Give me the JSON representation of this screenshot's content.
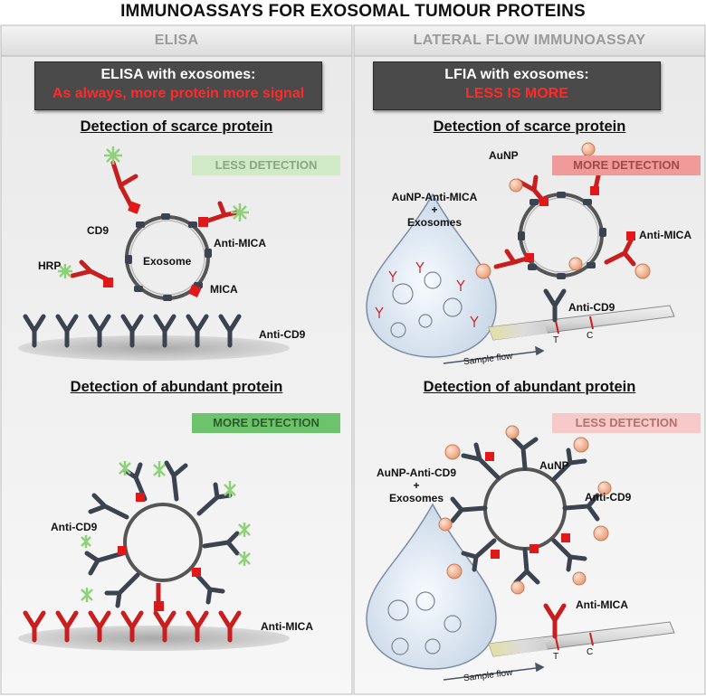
{
  "title": "IMMUNOASSAYS FOR EXOSOMAL TUMOUR PROTEINS",
  "left": {
    "header": "ELISA",
    "banner_line1": "ELISA with exosomes:",
    "banner_line2": "As always, more protein more signal",
    "scarce": {
      "heading": "Detection of scarce protein",
      "badge": "LESS DETECTION",
      "labels": {
        "cd9": "CD9",
        "exosome": "Exosome",
        "anti_mica": "Anti-MICA",
        "hrp": "HRP",
        "mica": "MICA",
        "anti_cd9": "Anti-CD9"
      }
    },
    "abundant": {
      "heading": "Detection of abundant protein",
      "badge": "MORE DETECTION",
      "labels": {
        "anti_cd9": "Anti-CD9",
        "anti_mica": "Anti-MICA"
      }
    }
  },
  "right": {
    "header": "LATERAL FLOW IMMUNOASSAY",
    "banner_line1": "LFIA with exosomes:",
    "banner_line2": "LESS IS MORE",
    "scarce": {
      "heading": "Detection of scarce protein",
      "badge": "MORE DETECTION",
      "labels": {
        "aunp": "AuNP",
        "reagent_1": "AuNP-Anti-MICA",
        "reagent_plus": "+",
        "reagent_2": "Exosomes",
        "anti_mica": "Anti-MICA",
        "anti_cd9": "Anti-CD9",
        "t": "T",
        "c": "C",
        "flow": "Sample flow"
      }
    },
    "abundant": {
      "heading": "Detection of abundant protein",
      "badge": "LESS DETECTION",
      "labels": {
        "aunp": "AuNP",
        "reagent_1": "AuNP-Anti-CD9",
        "reagent_plus": "+",
        "reagent_2": "Exosomes",
        "anti_cd9": "Anti-CD9",
        "anti_mica": "Anti-MICA",
        "t": "T",
        "c": "C",
        "flow": "Sample flow"
      }
    }
  },
  "colors": {
    "antibody_dark": "#3b4250",
    "antibody_red": "#c81e1e",
    "mica": "#e01818",
    "hrp_star": "#8fd17a",
    "aunp": "#f2b28e",
    "badge_green_light": "#cfeac5",
    "badge_green": "#6cc36b",
    "badge_red_light": "#f8c9c9",
    "badge_red": "#f19a9a"
  }
}
